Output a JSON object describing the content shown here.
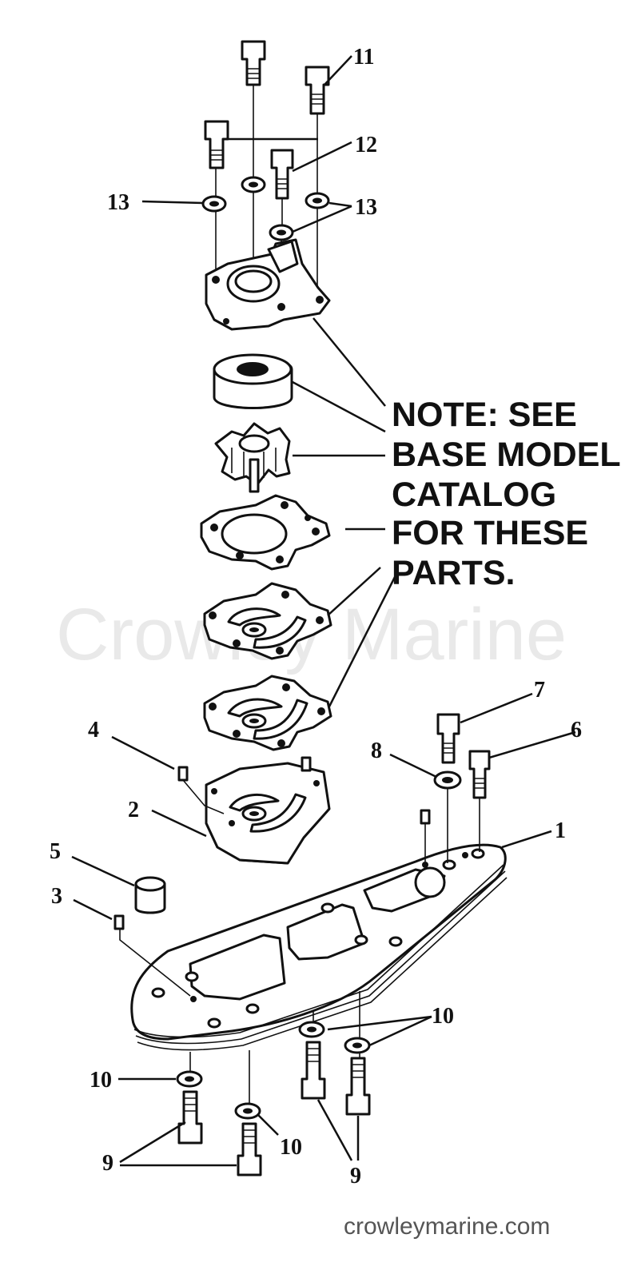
{
  "diagram": {
    "callouts": {
      "c1": "1",
      "c2": "2",
      "c3": "3",
      "c4": "4",
      "c5": "5",
      "c6": "6",
      "c7": "7",
      "c8": "8",
      "c9": "9",
      "c10": "10",
      "c11": "11",
      "c12": "12",
      "c13": "13"
    },
    "note_lines": [
      "NOTE: SEE",
      "BASE MODEL",
      "CATALOG",
      "FOR THESE",
      "PARTS."
    ],
    "watermark": "Crowley Marine",
    "site": "crowleymarine.com"
  }
}
